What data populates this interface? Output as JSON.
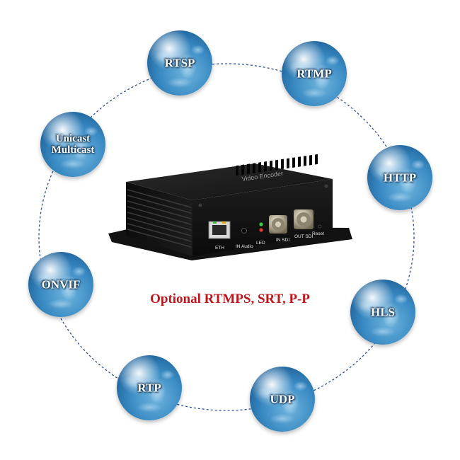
{
  "headline": "Optional RTMPS, SRT, P-P",
  "protocols": {
    "rtsp": "RTSP",
    "rtmp": "RTMP",
    "unicast": "Unicast",
    "multicast": "Multicast",
    "http": "HTTP",
    "onvif": "ONVIF",
    "hls": "HLS",
    "rtp": "RTP",
    "udp": "UDP"
  },
  "device": {
    "brand_text": "Video Encoder",
    "eth_label": "ETH",
    "in_audio_label": "IN Audio",
    "led_label": "LED",
    "in_sdi_label": "IN SDI",
    "out_sdi_label": "OUT SDI",
    "reset_label": "Reset"
  },
  "colors": {
    "headline": "#c0161b",
    "ring": "#2a4f9c",
    "globe": "#3a8bc4",
    "device_body": "#141414"
  }
}
